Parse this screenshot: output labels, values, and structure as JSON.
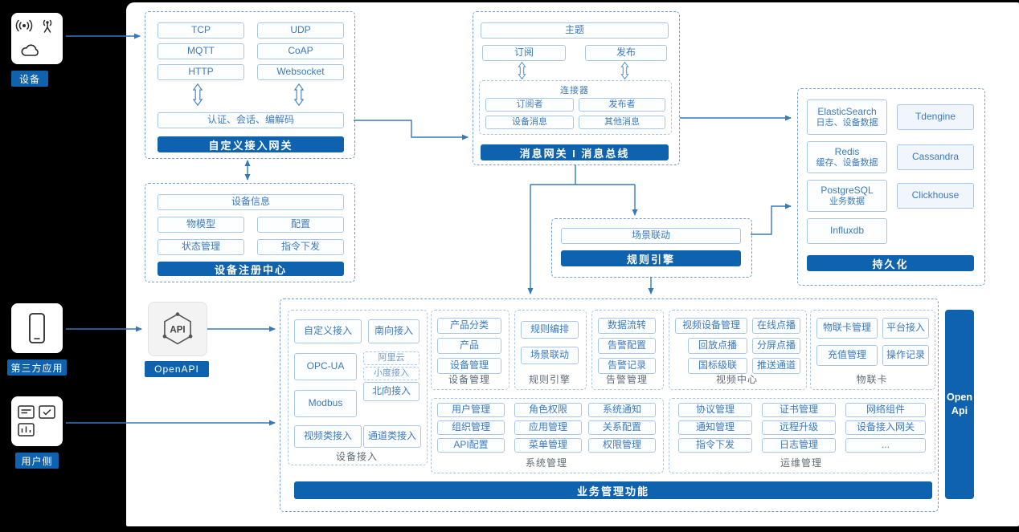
{
  "colors": {
    "accent": "#0e62ae",
    "line": "#3579bd",
    "chip_border": "#a9c7e8",
    "chip_text": "#3a7abf"
  },
  "rail": {
    "device": {
      "label": "设备"
    },
    "third_party": {
      "label": "第三方应用"
    },
    "user_side": {
      "label": "用户侧"
    }
  },
  "gateway": {
    "protocols": [
      "TCP",
      "UDP",
      "MQTT",
      "CoAP",
      "HTTP",
      "Websocket"
    ],
    "auth": "认证、会话、编解码",
    "title": "自定义接入网关"
  },
  "registry": {
    "device_info": "设备信息",
    "items": [
      "物模型",
      "配置",
      "状态管理",
      "指令下发"
    ],
    "title": "设备注册中心"
  },
  "message_bus": {
    "topic": "主题",
    "subscribe": "订阅",
    "publish": "发布",
    "connector": {
      "title": "连接器",
      "items": [
        "订阅者",
        "发布者",
        "设备消息",
        "其他消息"
      ]
    },
    "title": "消息网关 I 消息总线"
  },
  "rule_engine": {
    "scene": "场景联动",
    "title": "规则引擎"
  },
  "persistence": {
    "title": "持久化",
    "stores": [
      {
        "name": "ElasticSearch",
        "desc": "日志、设备数据"
      },
      {
        "name": "Tdengine",
        "desc": ""
      },
      {
        "name": "Redis",
        "desc": "缓存、设备数据"
      },
      {
        "name": "Cassandra",
        "desc": ""
      },
      {
        "name": "PostgreSQL",
        "desc": "业务数据"
      },
      {
        "name": "Clickhouse",
        "desc": ""
      },
      {
        "name": "Influxdb",
        "desc": ""
      }
    ]
  },
  "openapi": {
    "label": "OpenAPI",
    "icon_text": "API"
  },
  "business": {
    "title": "业务管理功能",
    "open_api": "Open Api",
    "device_access": {
      "title": "设备接入",
      "items": [
        "自定义接入",
        "南向接入",
        "OPC-UA",
        "阿里云",
        "小度接入",
        "北向接入",
        "Modbus",
        "视频类接入",
        "通道类接入"
      ]
    },
    "device_mgmt": {
      "title": "设备管理",
      "items": [
        "产品分类",
        "产品",
        "设备管理"
      ]
    },
    "rule_engine": {
      "title": "规则引擎",
      "items": [
        "规则编排",
        "场景联动"
      ]
    },
    "alarm": {
      "title": "告警管理",
      "items": [
        "数据流转",
        "告警配置",
        "告警记录"
      ]
    },
    "video": {
      "title": "视频中心",
      "items": [
        "视频设备管理",
        "在线点播",
        "回放点播",
        "分屏点播",
        "国标级联",
        "推送通道"
      ]
    },
    "iot_card": {
      "title": "物联卡",
      "items": [
        "物联卡管理",
        "平台接入",
        "充值管理",
        "操作记录"
      ]
    },
    "system": {
      "title": "系统管理",
      "items": [
        "用户管理",
        "角色权限",
        "系统通知",
        "组织管理",
        "应用管理",
        "关系配置",
        "API配置",
        "菜单管理",
        "权限管理"
      ]
    },
    "ops": {
      "title": "运维管理",
      "items": [
        "协议管理",
        "证书管理",
        "网络组件",
        "通知管理",
        "远程升级",
        "设备接入网关",
        "指令下发",
        "日志管理",
        "..."
      ]
    }
  }
}
